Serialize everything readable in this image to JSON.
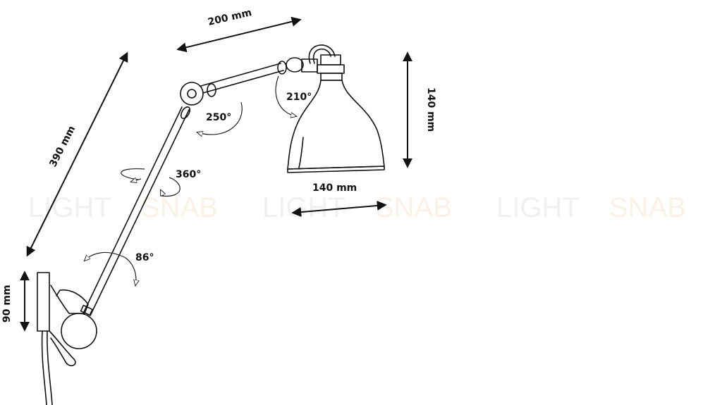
{
  "watermark": {
    "parts": [
      {
        "left": "LIGHT",
        "right": "SNAB"
      },
      {
        "left": "LIGHT",
        "right": "SNAB"
      },
      {
        "left": "LIGHT",
        "right": "SNAB"
      }
    ],
    "colors": {
      "left": "#f0f0f0",
      "right": "#fbf1e4"
    }
  },
  "dimensions": {
    "arm_lower": "390 mm",
    "arm_upper": "200 mm",
    "shade_height": "140 mm",
    "shade_width": "140 mm",
    "wall_plate": "90 mm"
  },
  "angles": {
    "elbow": "250°",
    "shade_tilt": "210°",
    "arm_rotation": "360°",
    "base_tilt": "86°"
  }
}
